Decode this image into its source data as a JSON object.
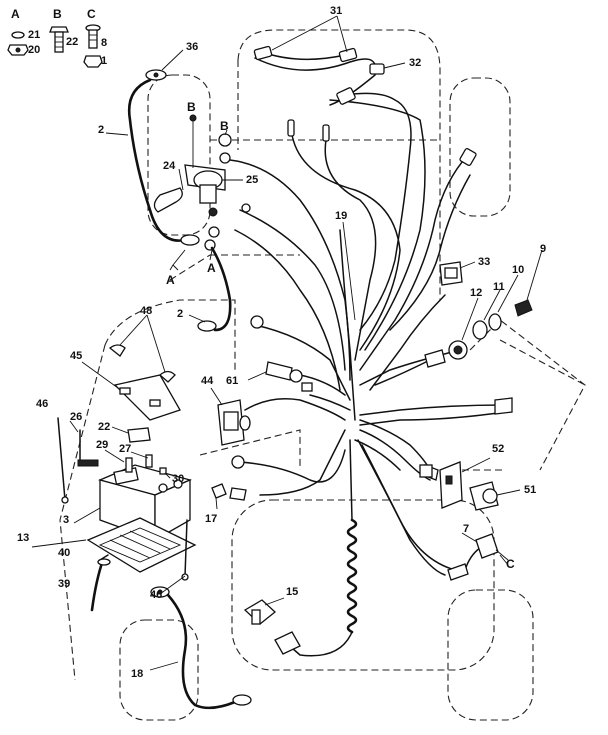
{
  "legend": {
    "hardware": [
      {
        "letter": "A",
        "numbers": [
          "21",
          "20"
        ]
      },
      {
        "letter": "B",
        "numbers": [
          "22"
        ]
      },
      {
        "letter": "C",
        "numbers": [
          "8",
          "1"
        ]
      }
    ]
  },
  "callouts": {
    "harness_upper": "31",
    "terminal_upper": "36",
    "connector_32": "32",
    "cable_2_top": "2",
    "cable_2_mid": "2",
    "ref_b_top": "B",
    "ref_b_mid": "B",
    "ref_a_left": "A",
    "ref_a_right": "A",
    "ref_c": "C",
    "boot_24": "24",
    "solenoid_25": "25",
    "harness_19": "19",
    "switch_33": "33",
    "key_9": "9",
    "nut_10": "10",
    "washer_11": "11",
    "switch_12": "12",
    "bracket_48": "48",
    "holddown_45": "45",
    "fuse_44": "44",
    "connector_61": "61",
    "rod_46_left": "46",
    "bolt_26": "26",
    "cover_22": "22",
    "screw_29": "29",
    "screw_27": "27",
    "nut_30": "30",
    "terminal_17": "17",
    "battery_3": "3",
    "tray_13": "13",
    "clip_40": "40",
    "tube_39": "39",
    "rod_46_right": "46",
    "relay_52": "52",
    "switch_51": "51",
    "switch_7": "7",
    "switch_15": "15",
    "cable_18": "18"
  }
}
